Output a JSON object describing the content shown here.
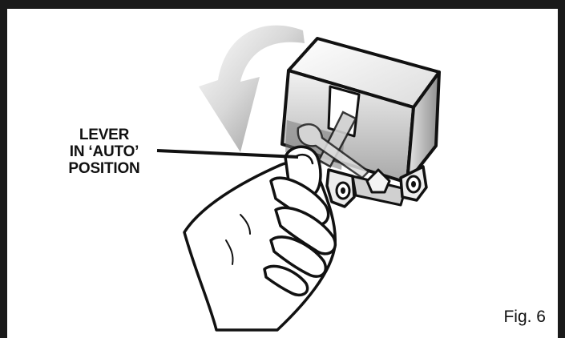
{
  "callout": {
    "line1": "LEVER",
    "line2": "IN ‘AUTO’",
    "line3": "POSITION"
  },
  "caption": "Fig. 6",
  "icons": [
    "curved-arrow-icon",
    "pressure-switch-illustration",
    "hand-illustration"
  ],
  "colors": {
    "ink": "#111111",
    "frame": "#1a1a1a",
    "shade": "#9a9a9a",
    "background": "#ffffff"
  }
}
